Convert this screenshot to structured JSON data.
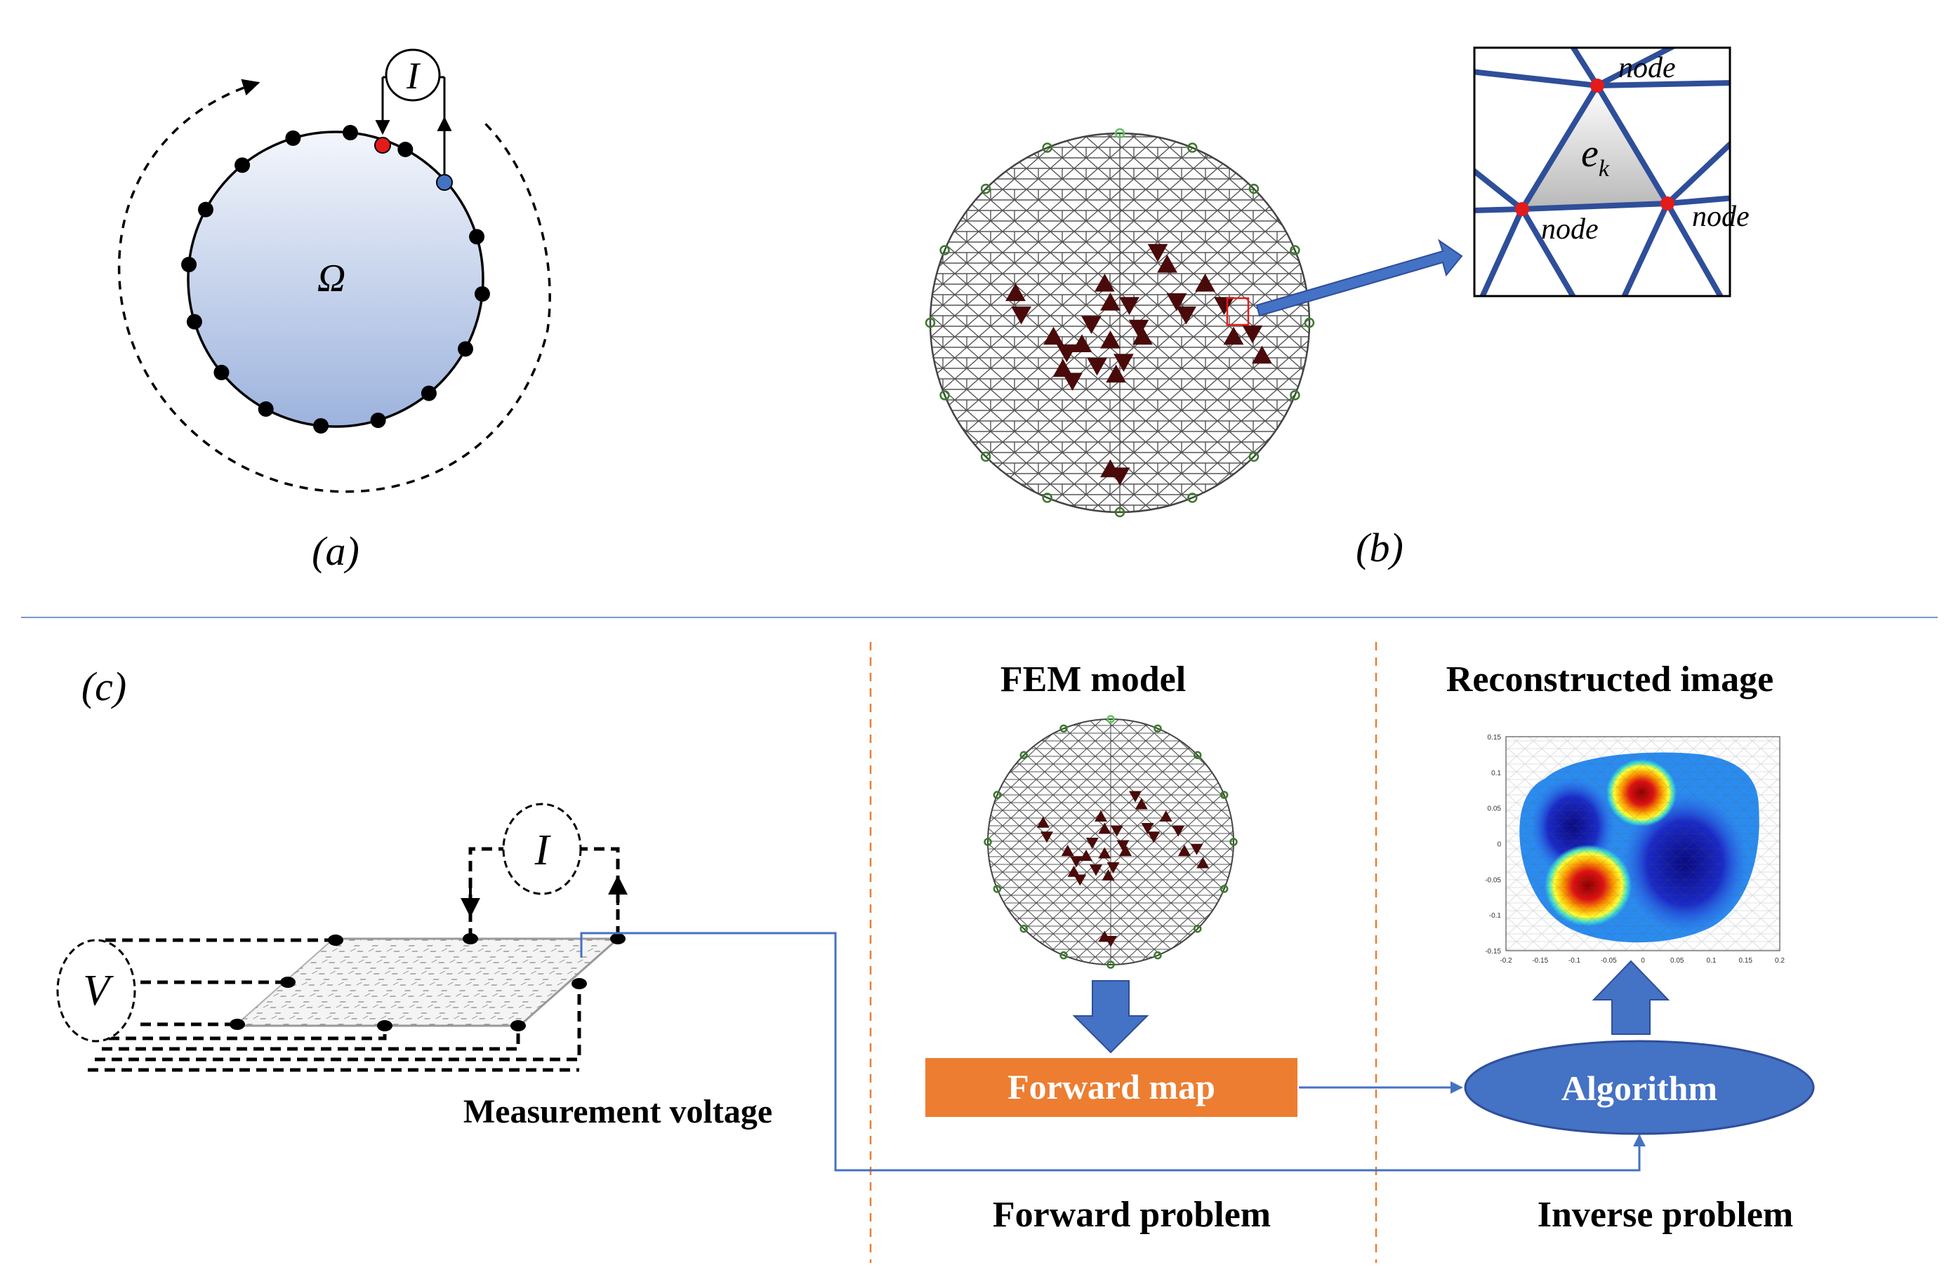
{
  "panel_a": {
    "label": "(a)",
    "domain_symbol": "Ω",
    "current_symbol": "I"
  },
  "panel_b": {
    "label": "(b)",
    "element_label": "e",
    "element_sub": "k",
    "node_label_top": "node",
    "node_label_left": "node",
    "node_label_right": "node"
  },
  "panel_c": {
    "label": "(c)",
    "voltage_symbol": "V",
    "current_symbol": "I",
    "measurement_voltage": "Measurement voltage",
    "fem_model_title": "FEM model",
    "forward_map": "Forward map",
    "reconstructed_title": "Reconstructed image",
    "algorithm": "Algorithm",
    "forward_problem": "Forward problem",
    "inverse_problem": "Inverse problem",
    "x_ticks": [
      "-0.2",
      "-0.15",
      "-0.1",
      "-0.05",
      "0",
      "0.05",
      "0.1",
      "0.15",
      "0.2"
    ],
    "y_ticks": [
      "0.15",
      "0.1",
      "0.05",
      "0",
      "-0.05",
      "-0.1",
      "-0.15"
    ]
  },
  "colors": {
    "primary_blue": "#4472C4",
    "mesh_blue": "#2F4E9A",
    "orange": "#ED7D31",
    "inclusion": "#4A0A0A",
    "electrode_green": "#3A7A2A",
    "red_node": "#E31B1B",
    "divider": "#7A98C6"
  }
}
